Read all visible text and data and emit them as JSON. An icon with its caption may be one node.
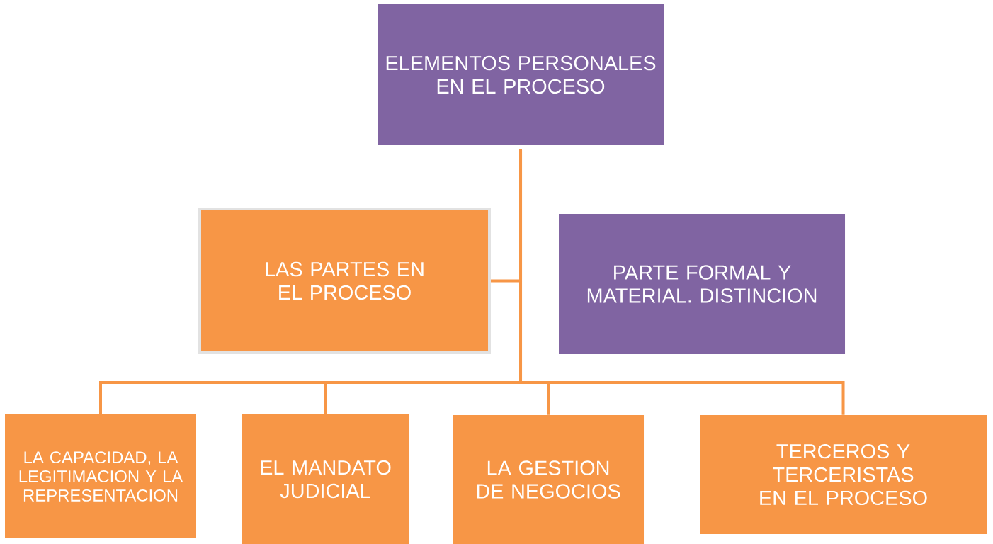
{
  "diagram": {
    "nodes": [
      {
        "text": [
          "ELEMENTOS PERSONALES EN EL PROCESO"
        ]
      },
      {
        "text": [
          "LAS PARTES EN EL PROCESO"
        ]
      },
      {
        "text": [
          "PARTE FORMAL Y MATERIAL. DISTINCION"
        ]
      },
      {
        "text": [
          "LA CAPACIDAD, LA LEGITIMACION Y LA REPRESENTACION"
        ]
      },
      {
        "text": [
          "EL MANDATO JUDICIAL"
        ]
      },
      {
        "text": [
          "LA GESTION DE NEGOCIOS"
        ]
      },
      {
        "text": [
          "TERCEROS Y TERCERISTAS EN EL PROCESO"
        ]
      }
    ],
    "edges": [
      {
        "from": 0,
        "to": 1,
        "arrow": "none"
      },
      {
        "from": 0,
        "to": 3,
        "arrow": "none"
      },
      {
        "from": 0,
        "to": 4,
        "arrow": "none"
      },
      {
        "from": 0,
        "to": 5,
        "arrow": "none"
      },
      {
        "from": 0,
        "to": 6,
        "arrow": "none"
      }
    ]
  }
}
